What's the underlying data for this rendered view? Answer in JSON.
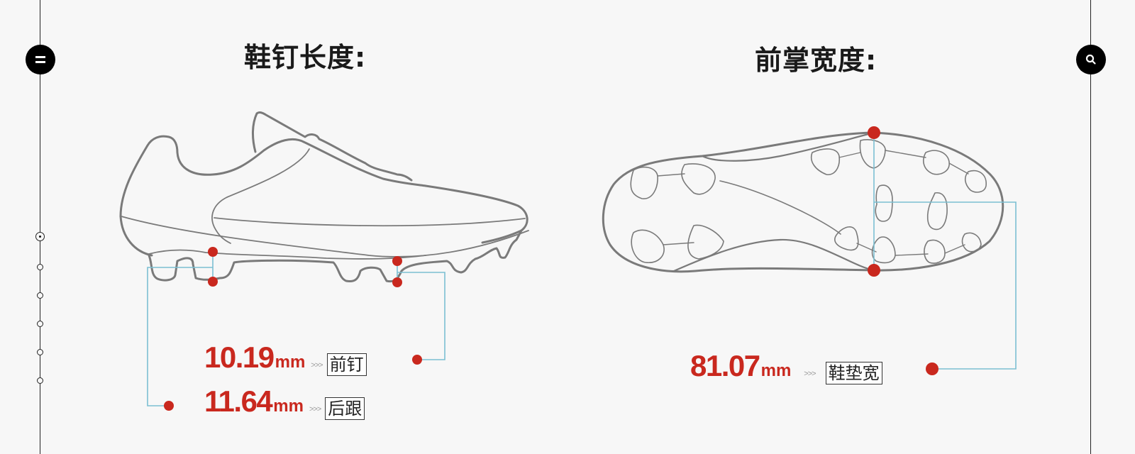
{
  "nav": {
    "menu_icon": "menu-icon",
    "search_icon": "search-icon",
    "dots": [
      {
        "index": 1,
        "active": true
      },
      {
        "index": 2,
        "active": false
      },
      {
        "index": 3,
        "active": false
      },
      {
        "index": 4,
        "active": false
      },
      {
        "index": 5,
        "active": false
      },
      {
        "index": 6,
        "active": false
      }
    ]
  },
  "left_panel": {
    "title": "鞋钉长度:",
    "measurements": [
      {
        "value": "10.19",
        "unit": "mm",
        "arrows": ">>>",
        "label": "前钉"
      },
      {
        "value": "11.64",
        "unit": "mm",
        "arrows": ">>>",
        "label": "后跟"
      }
    ]
  },
  "right_panel": {
    "title": "前掌宽度:",
    "measurements": [
      {
        "value": "81.07",
        "unit": "mm",
        "arrows": ">>>",
        "label": "鞋垫宽"
      }
    ]
  },
  "colors": {
    "accent_red": "#c9281e",
    "leader_line": "#7bbfd2",
    "outline": "#7a7a7a",
    "background": "#f7f7f7"
  }
}
